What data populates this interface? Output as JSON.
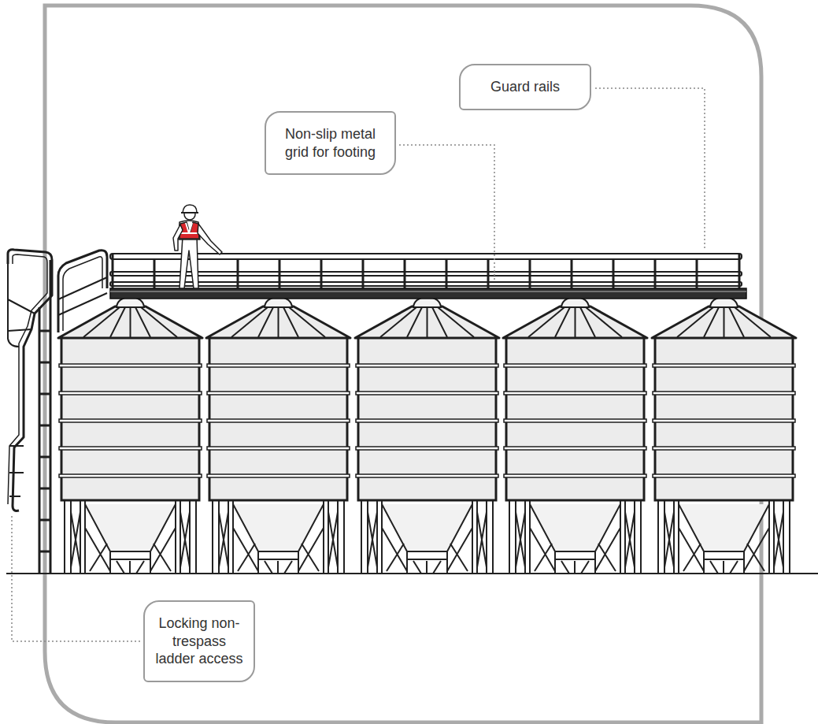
{
  "diagram": {
    "nodes": [
      {
        "text": [
          "Guard rails"
        ]
      },
      {
        "text": [
          "Non-slip metal grid for footing"
        ]
      },
      {
        "text": [
          "Locking non-trespass ladder access"
        ]
      }
    ]
  }
}
